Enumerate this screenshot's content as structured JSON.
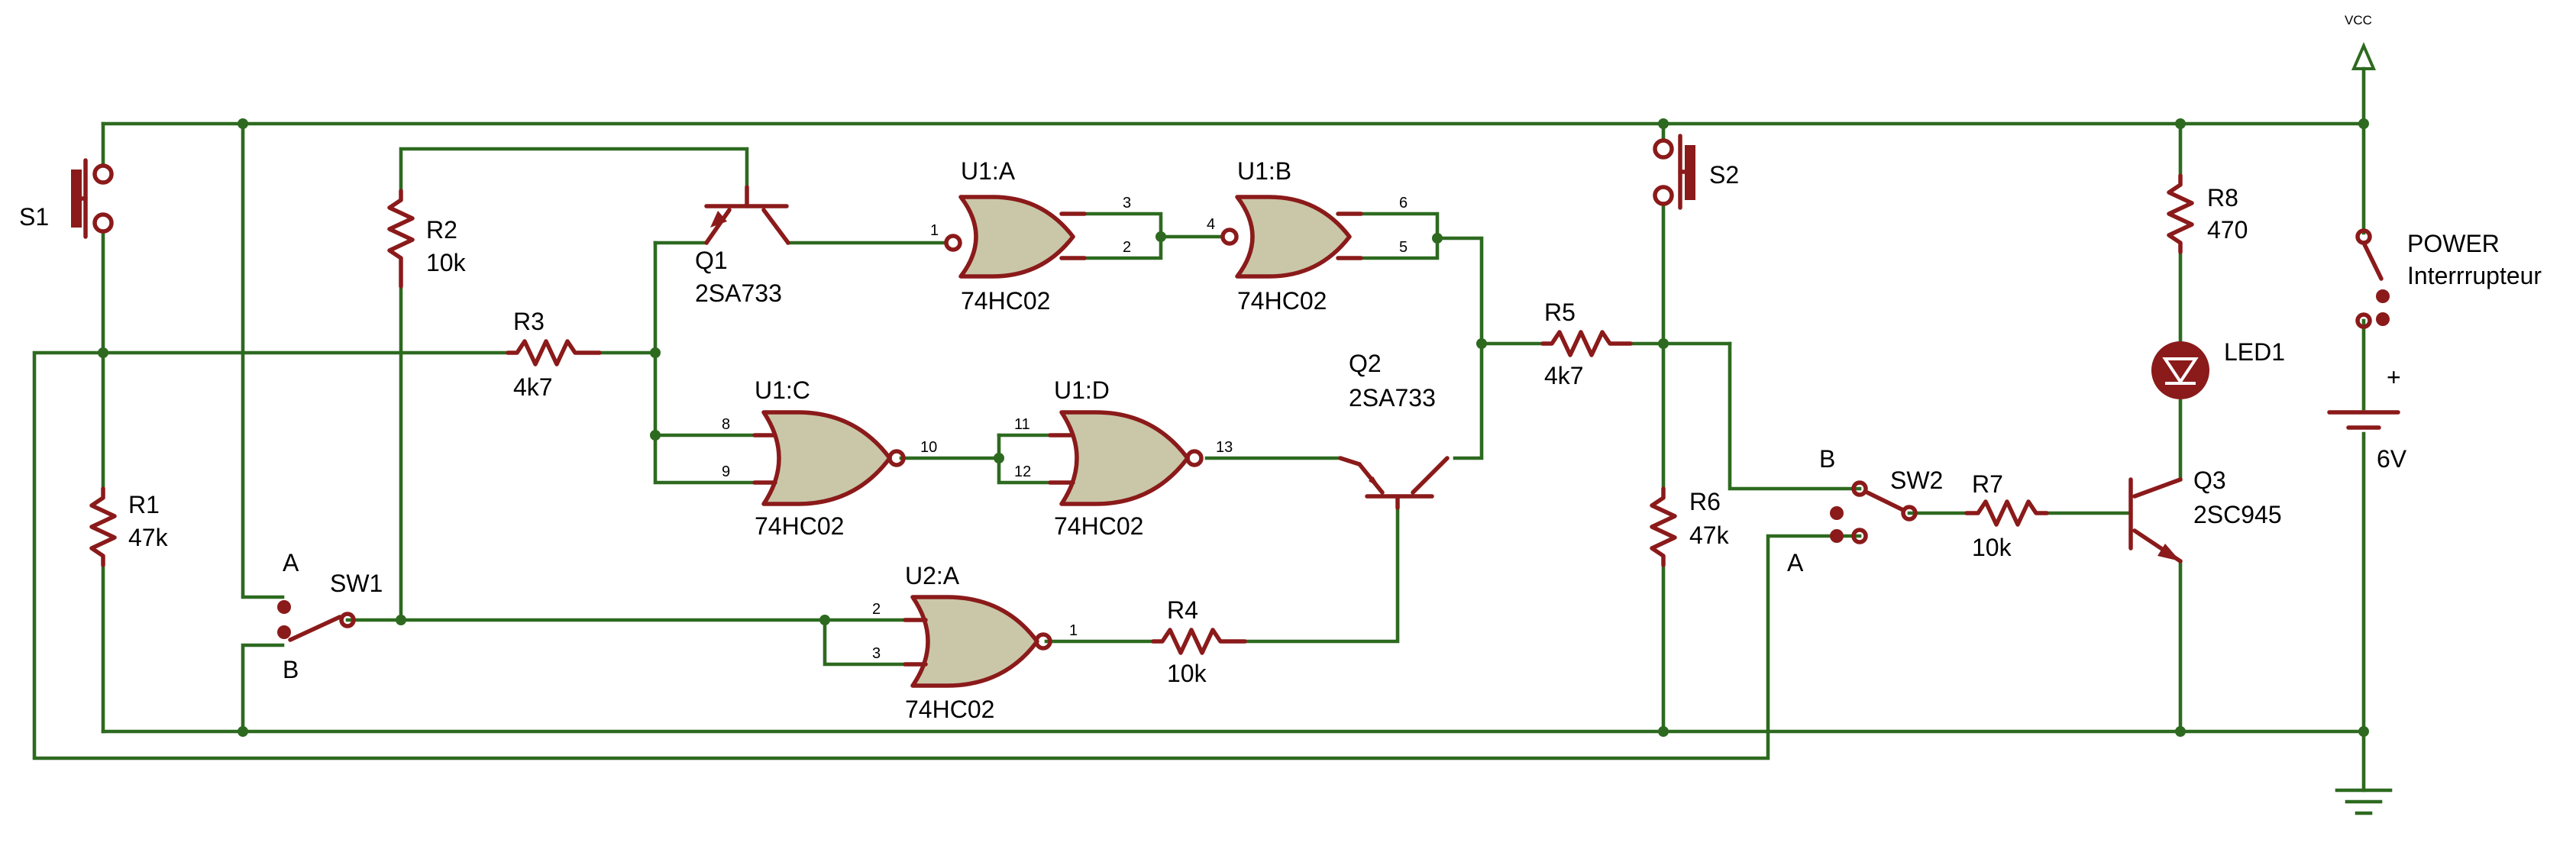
{
  "power": {
    "vcc_label": "VCC",
    "switch_name": "POWER",
    "switch_value": "Interrrupteur",
    "battery_plus": "+",
    "battery_value": "6V"
  },
  "switches": {
    "s1": "S1",
    "s2": "S2",
    "sw1": "SW1",
    "sw1_a": "A",
    "sw1_b": "B",
    "sw2": "SW2",
    "sw2_a": "A",
    "sw2_b": "B"
  },
  "resistors": {
    "r1": {
      "name": "R1",
      "value": "47k"
    },
    "r2": {
      "name": "R2",
      "value": "10k"
    },
    "r3": {
      "name": "R3",
      "value": "4k7"
    },
    "r4": {
      "name": "R4",
      "value": "10k"
    },
    "r5": {
      "name": "R5",
      "value": "4k7"
    },
    "r6": {
      "name": "R6",
      "value": "47k"
    },
    "r7": {
      "name": "R7",
      "value": "10k"
    },
    "r8": {
      "name": "R8",
      "value": "470"
    }
  },
  "transistors": {
    "q1": {
      "name": "Q1",
      "value": "2SA733"
    },
    "q2": {
      "name": "Q2",
      "value": "2SA733"
    },
    "q3": {
      "name": "Q3",
      "value": "2SC945"
    }
  },
  "led": {
    "name": "LED1"
  },
  "gates": {
    "u1a": {
      "name": "U1:A",
      "part": "74HC02",
      "pins": [
        "1",
        "3",
        "2"
      ]
    },
    "u1b": {
      "name": "U1:B",
      "part": "74HC02",
      "pins": [
        "4",
        "6",
        "5"
      ]
    },
    "u1c": {
      "name": "U1:C",
      "part": "74HC02",
      "pins": [
        "8",
        "9",
        "10"
      ]
    },
    "u1d": {
      "name": "U1:D",
      "part": "74HC02",
      "pins": [
        "11",
        "12",
        "13"
      ]
    },
    "u2a": {
      "name": "U2:A",
      "part": "74HC02",
      "pins": [
        "2",
        "3",
        "1"
      ]
    }
  }
}
